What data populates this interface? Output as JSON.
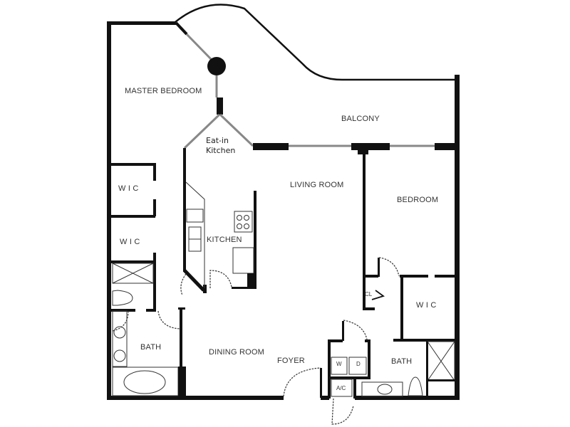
{
  "floorplan": {
    "rooms": {
      "master_bedroom": "MASTER BEDROOM",
      "balcony": "BALCONY",
      "eat_in_kitchen_line1": "Eat-in",
      "eat_in_kitchen_line2": "Kitchen",
      "living_room": "LIVING ROOM",
      "bedroom": "BEDROOM",
      "wic_1": "W I C",
      "wic_2": "W I C",
      "kitchen": "KITCHEN",
      "closet": "CL",
      "wic_3": "W I C",
      "master_bath": "BATH",
      "dining_room": "DINING ROOM",
      "foyer": "FOYER",
      "bath": "BATH",
      "washer": "W",
      "dryer": "D",
      "ac": "A/C"
    },
    "colors": {
      "wall": "#111111",
      "window": "#888888",
      "background": "#ffffff"
    }
  }
}
